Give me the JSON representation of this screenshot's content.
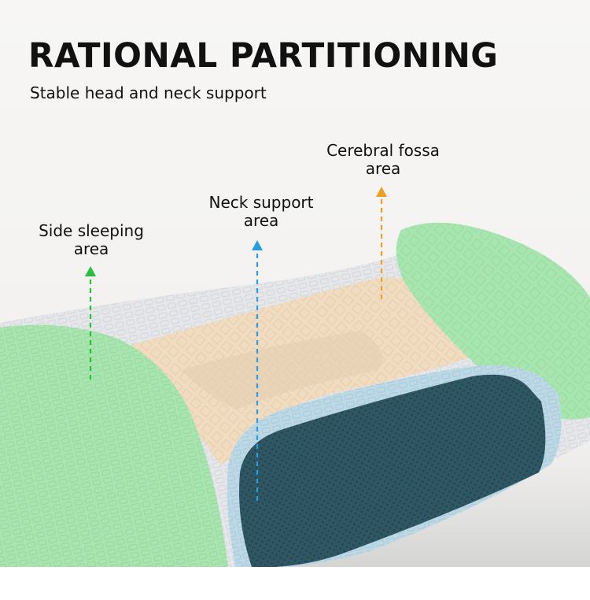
{
  "header": {
    "title": "RATIONAL PARTITIONING",
    "subtitle": "Stable head and neck support"
  },
  "zones": [
    {
      "id": "cerebral-fossa",
      "label_line1": "Cerebral fossa",
      "label_line2": "area",
      "arrow_color": "#f0a020"
    },
    {
      "id": "neck-support",
      "label_line1": "Neck support",
      "label_line2": "area",
      "arrow_color": "#2a9de0"
    },
    {
      "id": "side-sleeping",
      "label_line1": "Side sleeping",
      "label_line2": "area",
      "arrow_color": "#22c33a"
    }
  ],
  "colors": {
    "side_zone": "#a8e6b0",
    "center_zone": "#f1dcbf",
    "neck_mesh": "#2f5763",
    "neck_border": "#b9d8e6",
    "pillow_base": "#e3e6ea"
  }
}
